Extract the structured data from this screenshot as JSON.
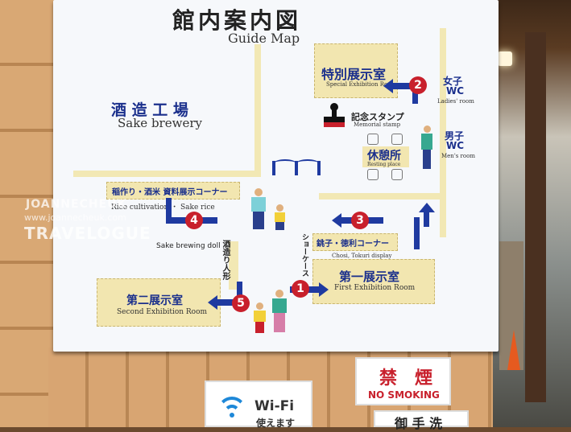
{
  "title_jp": "館内案内図",
  "title_en": "Guide Map",
  "rooms": {
    "sake_brewery_jp": "酒 造 工 場",
    "sake_brewery_en": "Sake brewery",
    "special_exhibit_jp": "特別展示室",
    "special_exhibit_en": "Special Exhibition Room",
    "ladies_jp": "女子",
    "ladies_wc": "WC",
    "ladies_en": "Ladies' room",
    "mens_jp": "男子",
    "mens_wc": "WC",
    "mens_en": "Men's room",
    "stamp_jp": "記念スタンプ",
    "stamp_en": "Memorial stamp",
    "rest_jp": "休憩所",
    "rest_en": "Resting place",
    "rice_jp": "稲作り・酒米 資料展示コーナー",
    "rice_en": "Rice cultivation ・ Sake rice",
    "doll_en": "Sake brewing doll",
    "doll_jp": "酒造り人形",
    "showcase_jp": "ショーケース",
    "choshi_jp": "銚子・徳利コーナー",
    "choshi_en": "Chosi, Tokuri display",
    "first_exhibit_jp": "第一展示室",
    "first_exhibit_en": "First Exhibition Room",
    "second_exhibit_jp": "第二展示室",
    "second_exhibit_en": "Second Exhibition Room"
  },
  "route_numbers": [
    "1",
    "2",
    "3",
    "4",
    "5"
  ],
  "watermark": {
    "line1": "JOANNECHEUK",
    "line2": "www.joannecheuk.com",
    "line3": "TRAVELOGUE"
  },
  "signs": {
    "wifi_label": "Wi-Fi",
    "wifi_sub": "使えます",
    "no_smoking_jp": "禁　煙",
    "no_smoking_en": "NO SMOKING",
    "restroom_jp": "御 手 洗"
  },
  "colors": {
    "accent_blue": "#1f3aa0",
    "badge_red": "#c8202c",
    "room_fill": "#f2e6b0"
  }
}
